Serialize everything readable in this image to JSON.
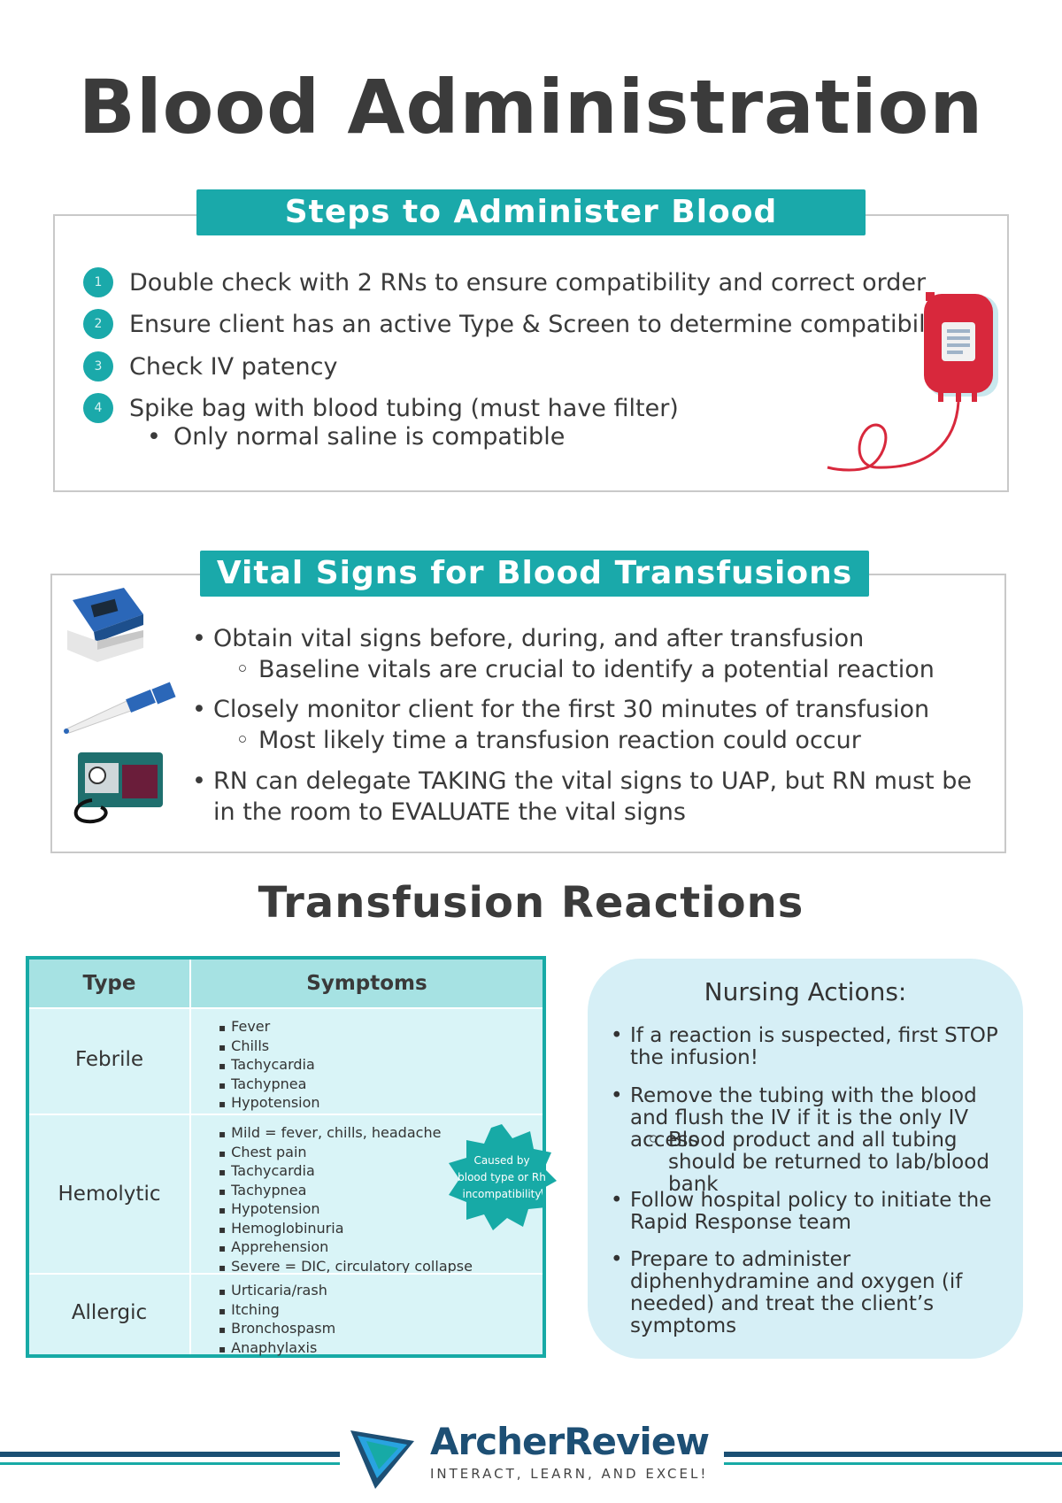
{
  "title": "Blood Administration",
  "steps": {
    "banner": "Steps to Administer Blood",
    "items": [
      {
        "num": "1",
        "text": "Double check with 2 RNs to ensure compatibility and correct order"
      },
      {
        "num": "2",
        "text": "Ensure client has an active Type & Screen to determine compatibility"
      },
      {
        "num": "3",
        "text": "Check IV patency"
      },
      {
        "num": "4",
        "text": "Spike bag with blood tubing (must have filter)"
      }
    ],
    "sub": "Only normal saline is compatible"
  },
  "vitals": {
    "banner": "Vital Signs for Blood Transfusions",
    "lines": [
      "Obtain vital signs before, during, and after transfusion",
      "Baseline vitals are crucial to identify a potential reaction",
      "Closely monitor client for the first 30 minutes of transfusion",
      "Most likely time a transfusion reaction could occur",
      "RN can delegate TAKING the vital signs to UAP, but RN must be",
      "in the room to EVALUATE the vital signs"
    ]
  },
  "reactions": {
    "heading": "Transfusion Reactions",
    "col_type": "Type",
    "col_symptoms": "Symptoms",
    "rows": [
      {
        "type": "Febrile",
        "symptoms": [
          "Fever",
          "Chills",
          "Tachycardia",
          "Tachypnea",
          "Hypotension"
        ]
      },
      {
        "type": "Hemolytic",
        "symptoms": [
          "Mild = fever, chills, headache",
          "Chest pain",
          "Tachycardia",
          "Tachypnea",
          "Hypotension",
          "Hemoglobinuria",
          "Apprehension",
          "Severe = DIC, circulatory collapse"
        ]
      },
      {
        "type": "Allergic",
        "symptoms": [
          "Urticaria/rash",
          "Itching",
          "Bronchospasm",
          "Anaphylaxis"
        ]
      }
    ],
    "badge": [
      "Caused by",
      "blood type or Rh",
      "incompatibility"
    ]
  },
  "nursing": {
    "title": "Nursing Actions:",
    "items": [
      "If a reaction is suspected, first STOP the infusion!",
      "Remove the tubing with the blood and flush the IV if it is the only IV access",
      "Blood product and all tubing should be returned to lab/blood bank",
      "Follow hospital policy to initiate the Rapid Response team",
      "Prepare to administer diphenhydramine and oxygen (if needed) and treat the client’s symptoms"
    ]
  },
  "footer": {
    "brand": "ArcherReview",
    "tagline": "INTERACT, LEARN, AND EXCEL!"
  },
  "colors": {
    "teal": "#1aa9aa",
    "navy": "#1d4f74",
    "light_teal": "#d9f4f7",
    "blood_red": "#d8283c"
  },
  "icons": [
    "blood-bag-icon",
    "pulse-oximeter-icon",
    "thermometer-icon",
    "blood-pressure-cuff-icon",
    "archer-logo-icon"
  ]
}
